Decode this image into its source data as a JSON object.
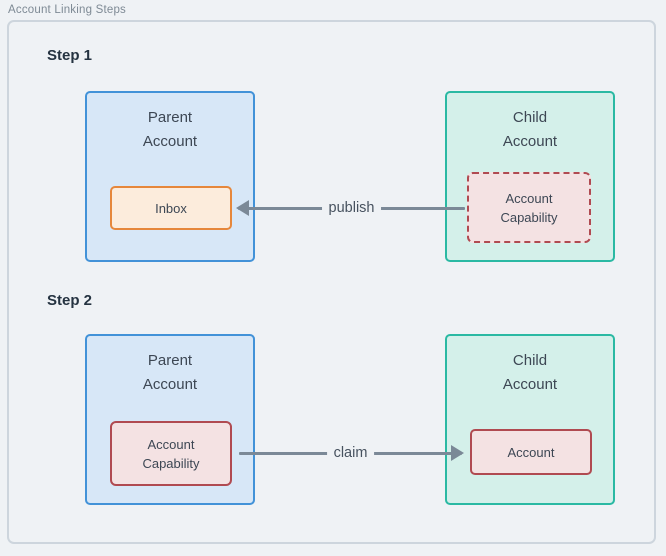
{
  "page": {
    "title": "Account Linking Steps"
  },
  "colors": {
    "page_bg": "#eff2f5",
    "panel_border": "#cdd5dd",
    "parent_fill": "#d7e7f7",
    "parent_border": "#4292d8",
    "child_fill": "#d4f0ea",
    "child_border": "#2ab9a3",
    "inbox_fill": "#fcecdc",
    "inbox_border": "#e6873b",
    "capability_fill": "#f4e2e3",
    "capability_border": "#b04a51",
    "arrow": "#7b8997",
    "heading_text": "#253341",
    "body_text": "#3d4754",
    "label_text": "#47525f",
    "title_text": "#7e8a95"
  },
  "steps": [
    {
      "label": "Step 1",
      "parent": {
        "title": "Parent\nAccount",
        "inner": "Inbox"
      },
      "child": {
        "title": "Child\nAccount",
        "inner": "Account\nCapability"
      },
      "arrow": {
        "label": "publish",
        "direction": "right-to-left"
      }
    },
    {
      "label": "Step 2",
      "parent": {
        "title": "Parent\nAccount",
        "inner": "Account\nCapability"
      },
      "child": {
        "title": "Child\nAccount",
        "inner": "Account"
      },
      "arrow": {
        "label": "claim",
        "direction": "left-to-right"
      }
    }
  ]
}
